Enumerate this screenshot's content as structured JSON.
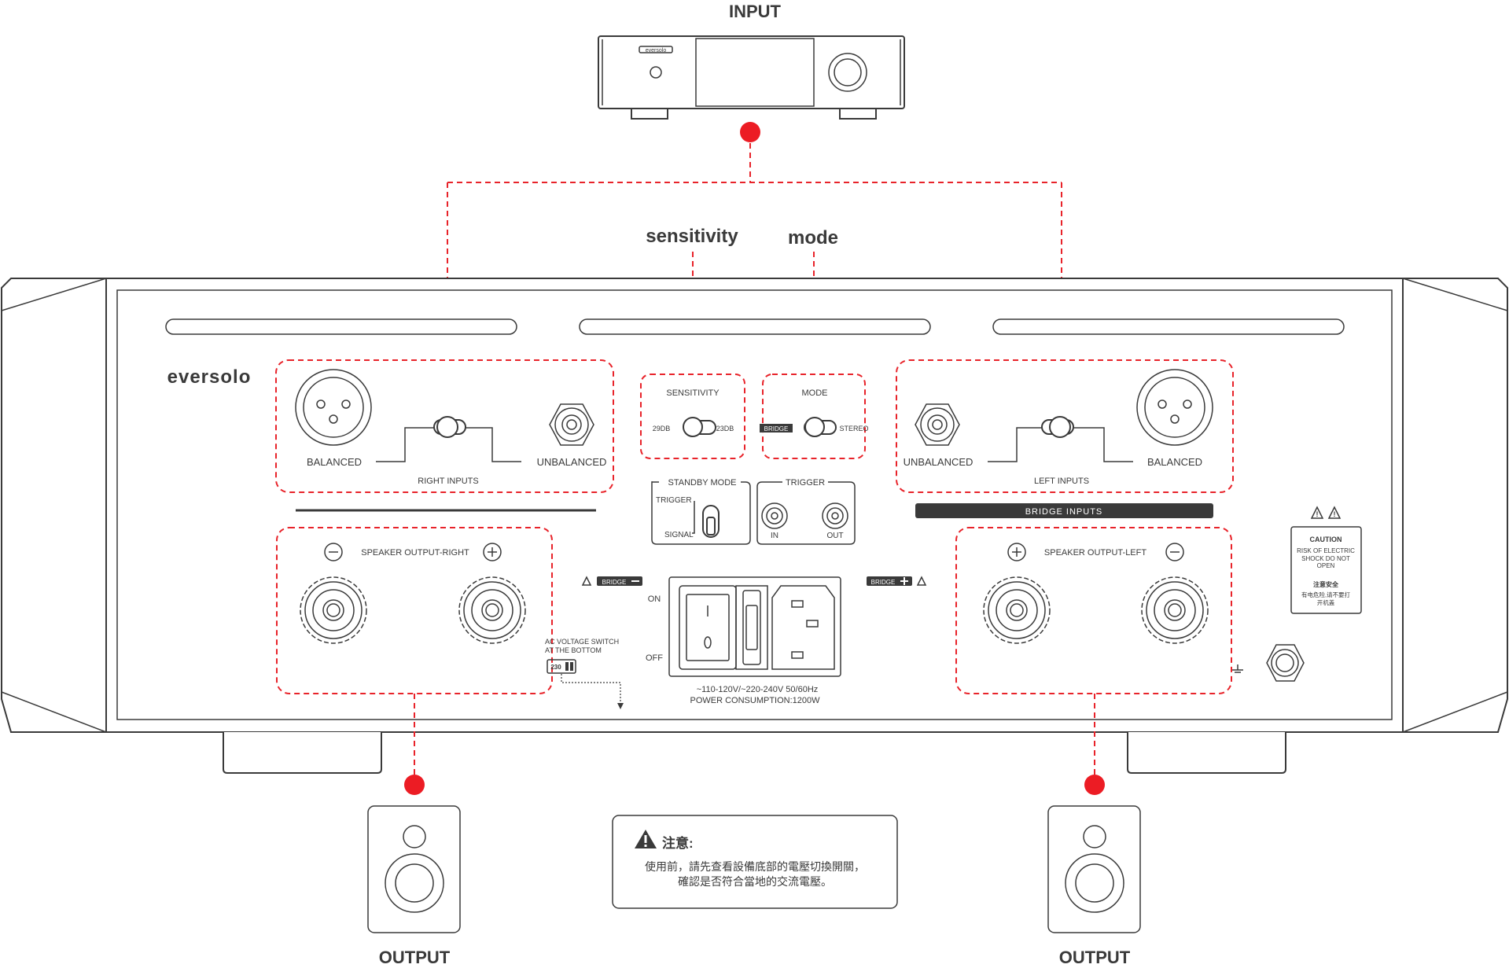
{
  "labels": {
    "input": "INPUT",
    "output_left": "OUTPUT",
    "output_right": "OUTPUT",
    "sensitivity": "sensitivity",
    "mode": "mode"
  },
  "panel": {
    "brand": "eversolo",
    "input_device_brand": "eversolo",
    "right_inputs": {
      "group": "RIGHT INPUTS",
      "balanced": "BALANCED",
      "unbalanced": "UNBALANCED"
    },
    "left_inputs": {
      "group": "LEFT INPUTS",
      "balanced": "BALANCED",
      "unbalanced": "UNBALANCED"
    },
    "bridge_inputs": "BRIDGE INPUTS",
    "sensitivity": {
      "title": "SENSITIVITY",
      "low": "29DB",
      "high": "23DB"
    },
    "mode": {
      "title": "MODE",
      "bridge": "BRIDGE",
      "stereo": "STEREO"
    },
    "standby": {
      "title": "STANDBY MODE",
      "trigger": "TRIGGER",
      "signal": "SIGNAL"
    },
    "trigger": {
      "title": "TRIGGER",
      "in": "IN",
      "out": "OUT"
    },
    "speaker_right": "SPEAKER OUTPUT-RIGHT",
    "speaker_left": "SPEAKER OUTPUT-LEFT",
    "bridge_tag_left": "BRIDGE",
    "bridge_tag_right": "BRIDGE",
    "power_on": "ON",
    "power_off": "OFF",
    "ac_switch_line1": "AC VOLTAGE SWITCH",
    "ac_switch_line2": "AT THE BOTTOM",
    "ac_switch_value": "230",
    "voltage": "~110-120V/~220-240V  50/60Hz",
    "power_consumption": "POWER CONSUMPTION:1200W",
    "caution": {
      "title": "CAUTION",
      "line1": "RISK OF ELECTRIC",
      "line2": "SHOCK DO NOT",
      "line3": "OPEN",
      "cn_title": "注意安全",
      "cn_line1": "有电危险,请不要打",
      "cn_line2": "开机盖"
    }
  },
  "notice": {
    "title": "注意:",
    "line1": "使用前，請先查看設備底部的電壓切換開關，",
    "line2": "確認是否符合當地的交流電壓。"
  },
  "colors": {
    "connection": "#e8232a",
    "outline": "#3a3a3a",
    "dot": "#ec1c24"
  }
}
